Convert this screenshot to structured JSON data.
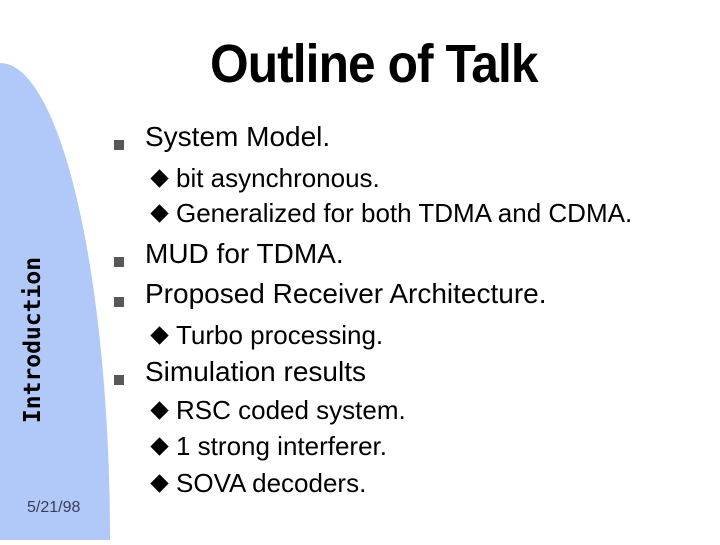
{
  "slide": {
    "title": "Outline of Talk",
    "sidebar_label": "Introduction",
    "date": "5/21/98",
    "colors": {
      "shape_fill": "#b0c9f8",
      "level1_bullet": "#58585a",
      "level2_bullet": "#000000",
      "date_text": "#3c3c5a",
      "body_text": "#000000",
      "title_text": "#000000",
      "background": "#ffffff"
    },
    "icons": {
      "level1_bullet": "gray-square-bullet",
      "level2_bullet": "black-diamond-bullet"
    },
    "bullets": [
      {
        "level": 1,
        "text": "System Model."
      },
      {
        "level": 2,
        "text": "bit asynchronous."
      },
      {
        "level": 2,
        "text": "Generalized for both TDMA and CDMA."
      },
      {
        "level": 1,
        "text": "MUD for TDMA."
      },
      {
        "level": 1,
        "text": "Proposed Receiver Architecture."
      },
      {
        "level": 2,
        "text": "Turbo processing."
      },
      {
        "level": 1,
        "text": "Simulation results"
      },
      {
        "level": 2,
        "text": "RSC coded system."
      },
      {
        "level": 2,
        "text": "1 strong interferer."
      },
      {
        "level": 2,
        "text": "SOVA decoders."
      }
    ]
  }
}
